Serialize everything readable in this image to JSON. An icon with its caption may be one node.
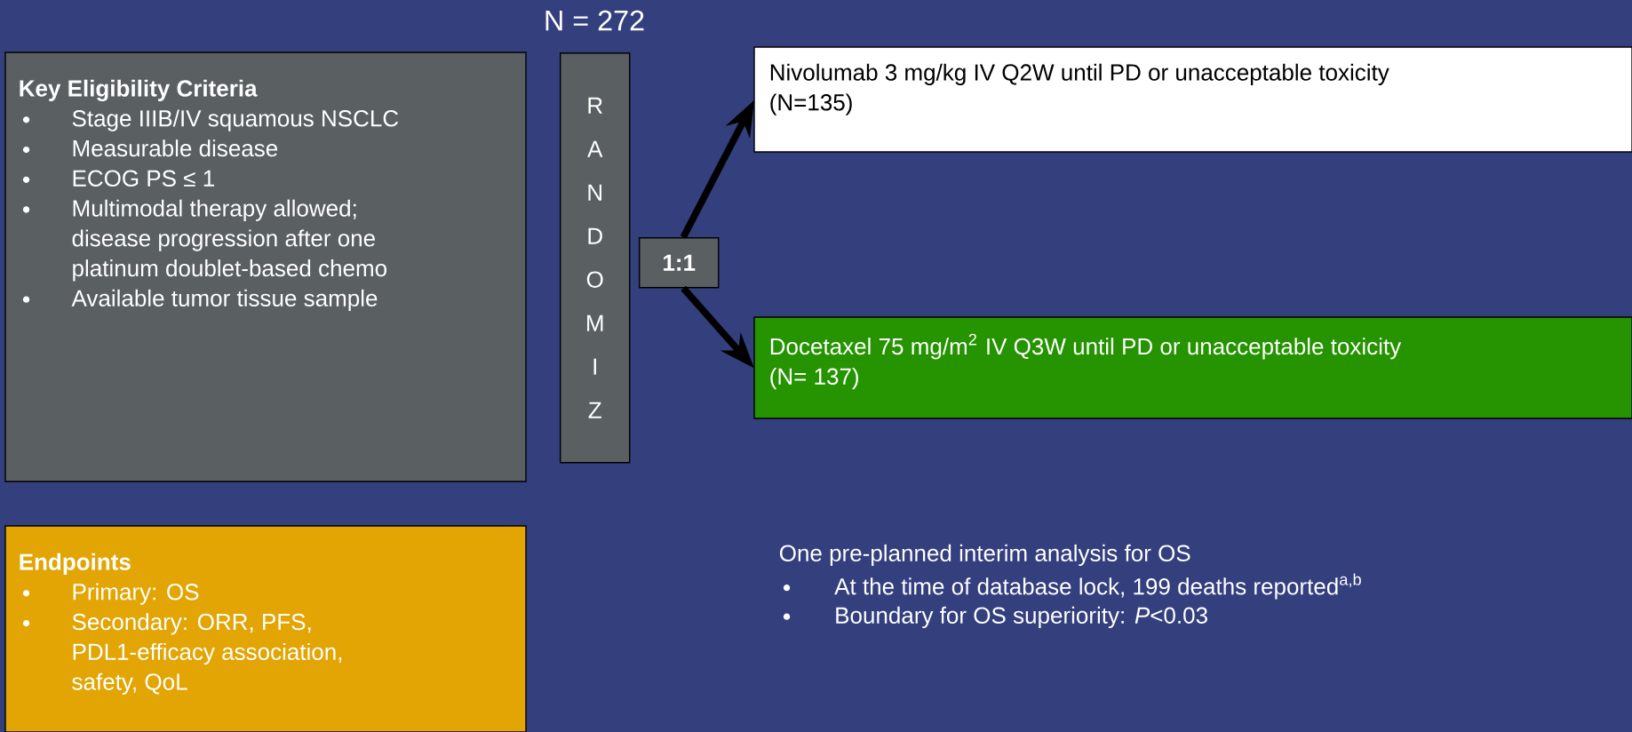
{
  "diagram": {
    "nodes": [
      {
        "text": [
          "Key Eligibility Criteria",
          "Stage IIIB/IV squamous NSCLC",
          "Measurable disease",
          "ECOG PS ≤ 1",
          "Multimodal therapy allowed; disease progression after one platinum doublet-based chemo",
          "Available tumor tissue sample"
        ]
      },
      {
        "text": [
          "R A N D O M I Z"
        ],
        "beside": [
          "N = 272"
        ]
      },
      {
        "text": [
          "1:1"
        ]
      },
      {
        "text": [
          "Nivolumab 3 mg/kg IV Q2W until PD or unacceptable toxicity",
          "(N=135)"
        ]
      },
      {
        "text": [
          "Docetaxel 75 mg/m$^{2}$ IV Q3W until PD or unacceptable toxicity",
          "(N= 137)"
        ]
      },
      {
        "text": [
          "Endpoints",
          "Primary: OS",
          "Secondary: ORR, PFS, PDL1-efficacy association, safety, QoL"
        ]
      }
    ],
    "edges": [
      {
        "from": 2,
        "to": 3,
        "arrow": "to"
      },
      {
        "from": 2,
        "to": 4,
        "arrow": "to"
      }
    ],
    "labels": [
      "One pre-planned interim analysis for OS",
      "At the time of database lock, 199 deaths reported$^{a,b}$",
      "Boundary for OS superiority: *P*<0.03"
    ]
  }
}
